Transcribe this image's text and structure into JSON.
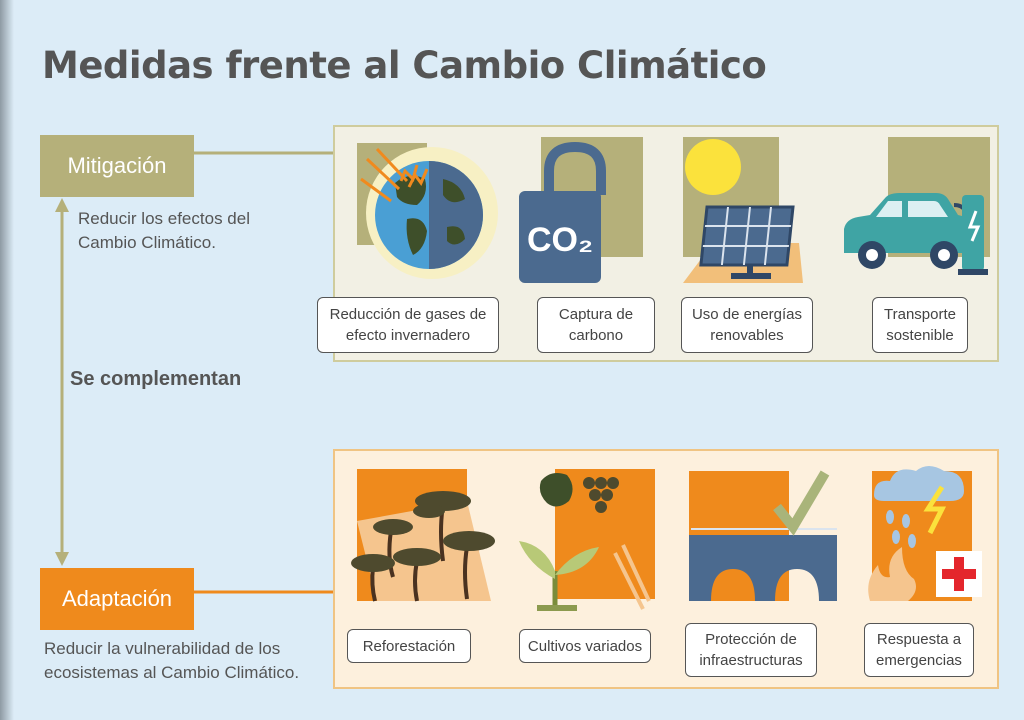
{
  "title": "Medidas frente al Cambio Climático",
  "mitigation": {
    "label": "Mitigación",
    "description": "Reducir los efectos del Cambio Climático.",
    "items": [
      {
        "label": "Reducción de gases de efecto invernadero",
        "icon": "globe-greenhouse-icon"
      },
      {
        "label": "Captura de carbono",
        "icon": "co2-bag-icon",
        "icon_text": "CO₂"
      },
      {
        "label": "Uso de energías renovables",
        "icon": "solar-panel-icon"
      },
      {
        "label": "Transporte sostenible",
        "icon": "electric-car-icon"
      }
    ]
  },
  "connector_label": "Se complementan",
  "adaptation": {
    "label": "Adaptación",
    "description": "Reducir la vulnerabilidad de los ecosistemas al Cambio Climático.",
    "items": [
      {
        "label": "Reforestación",
        "icon": "trees-icon"
      },
      {
        "label": "Cultivos variados",
        "icon": "crops-icon"
      },
      {
        "label": "Protección de infraestructuras",
        "icon": "bridge-check-icon"
      },
      {
        "label": "Respuesta a emergencias",
        "icon": "storm-emergency-icon"
      }
    ]
  },
  "colors": {
    "background": "#dcecf7",
    "mitigation": "#b5b07a",
    "adaptation": "#ef8a1c",
    "icon_blue": "#4b6a8f",
    "icon_teal": "#3fa4a4"
  }
}
